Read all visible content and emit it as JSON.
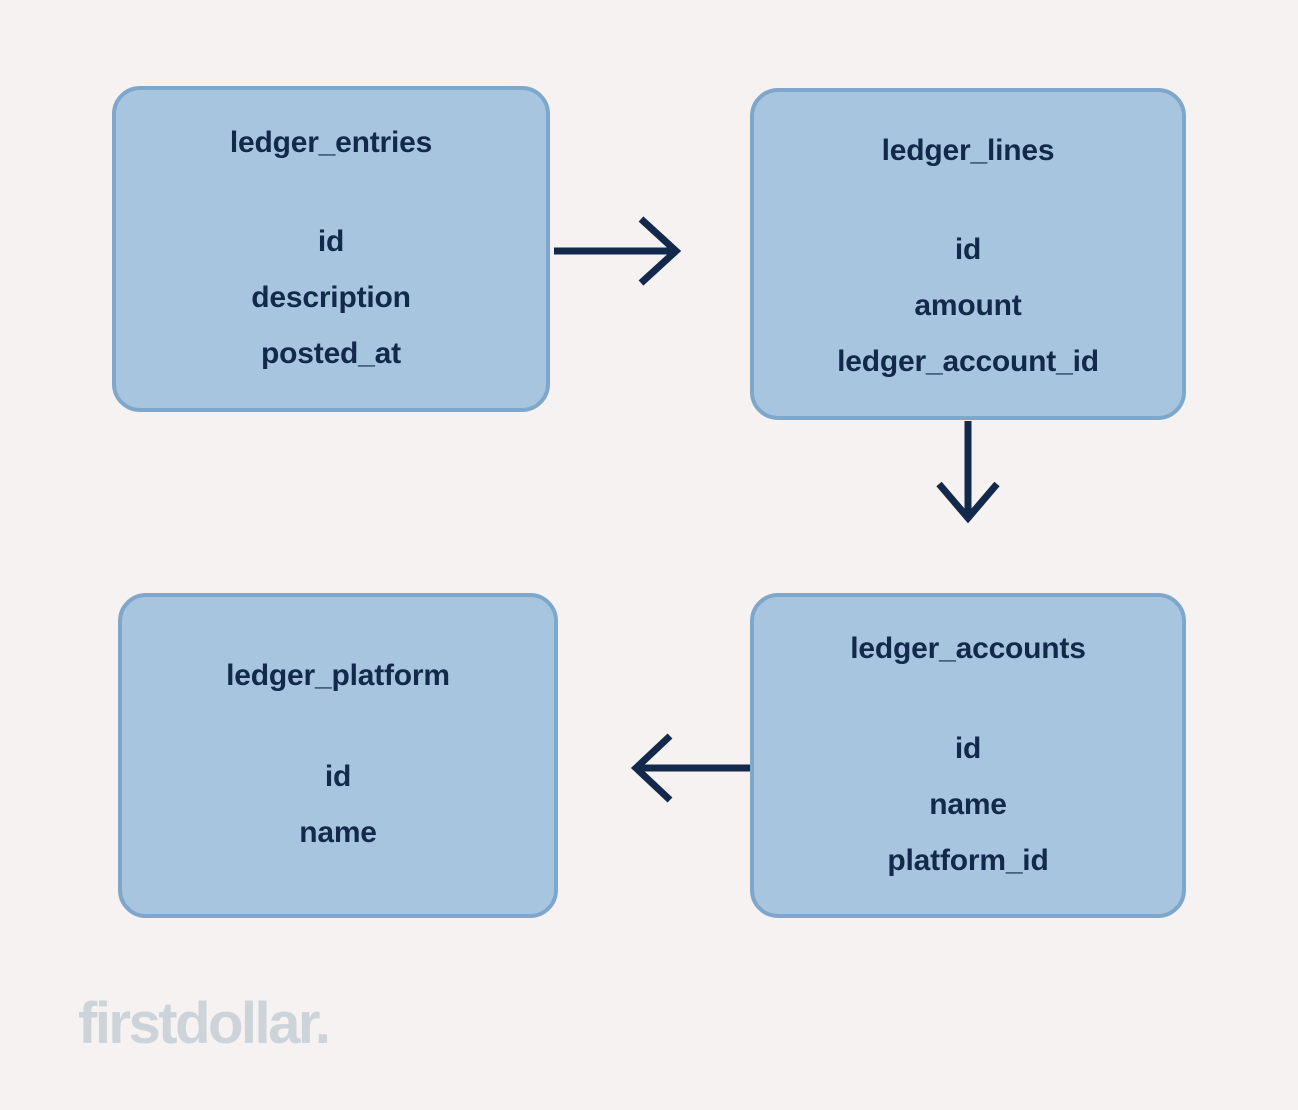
{
  "diagram": {
    "type": "entity-relationship",
    "background_color": "#f6f2f1",
    "entity_fill_color": "#a7c5de",
    "entity_border_color": "#7ea7cb",
    "text_color": "#13294b",
    "arrow_color": "#13294b",
    "entities": [
      {
        "id": "ledger_entries",
        "title": "ledger_entries",
        "fields": [
          "id",
          "description",
          "posted_at"
        ]
      },
      {
        "id": "ledger_lines",
        "title": "ledger_lines",
        "fields": [
          "id",
          "amount",
          "ledger_account_id"
        ]
      },
      {
        "id": "ledger_platform",
        "title": "ledger_platform",
        "fields": [
          "id",
          "name"
        ]
      },
      {
        "id": "ledger_accounts",
        "title": "ledger_accounts",
        "fields": [
          "id",
          "name",
          "platform_id"
        ]
      }
    ],
    "relationships": [
      {
        "from": "ledger_entries",
        "to": "ledger_lines",
        "direction": "right"
      },
      {
        "from": "ledger_lines",
        "to": "ledger_accounts",
        "direction": "down"
      },
      {
        "from": "ledger_accounts",
        "to": "ledger_platform",
        "direction": "left"
      }
    ]
  },
  "brand": {
    "logo_text": "firstdollar.",
    "logo_color": "#ccd4da"
  }
}
